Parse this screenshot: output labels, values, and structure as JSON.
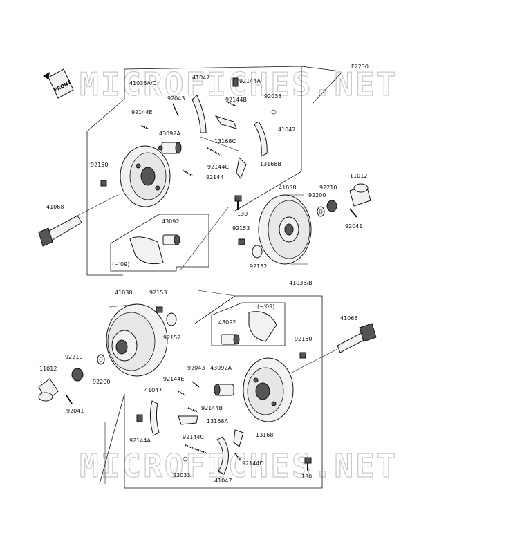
{
  "figure_code": "F2230",
  "front_label": "FRONT",
  "watermark": "MICROFICHES.NET",
  "note": "(~'09)",
  "labels": {
    "a_41047": "41047",
    "a_92144A": "92144A",
    "a_41035AC": "41035A/C",
    "a_92043": "92043",
    "a_92144B": "92144B",
    "a_92033": "92033",
    "a_92144E": "92144E",
    "a_41047b": "41047",
    "a_43092A": "43092A",
    "a_13168C": "13168C",
    "a_92150": "92150",
    "a_92144C": "92144C",
    "a_13168B": "13168B",
    "a_92144": "92144",
    "a_41068": "41068",
    "a_130": "130",
    "a_43092": "43092",
    "a_note": "(~'09)",
    "b_41038": "41038",
    "b_92210": "92210",
    "b_11012": "11012",
    "b_92200": "92200",
    "b_92041": "92041",
    "b_92153": "92153",
    "b_92152": "92152",
    "c_41035B": "41035/B",
    "c_41038": "41038",
    "c_92153": "92153",
    "c_note": "(~'09)",
    "c_43092": "43092",
    "c_41068": "41068",
    "c_92152": "92152",
    "c_92150": "92150",
    "c_92210": "92210",
    "c_11012": "11012",
    "c_92200": "92200",
    "c_92041": "92041",
    "d_92043": "92043",
    "d_43092A": "43092A",
    "d_92144E": "92144E",
    "d_41047": "41047",
    "d_92144B": "92144B",
    "d_13168A": "13168A",
    "d_92144A": "92144A",
    "d_92144C": "92144C",
    "d_13168": "13168",
    "d_92033": "92033",
    "d_92144D": "92144D",
    "d_130": "130",
    "d_41047b": "41047"
  }
}
